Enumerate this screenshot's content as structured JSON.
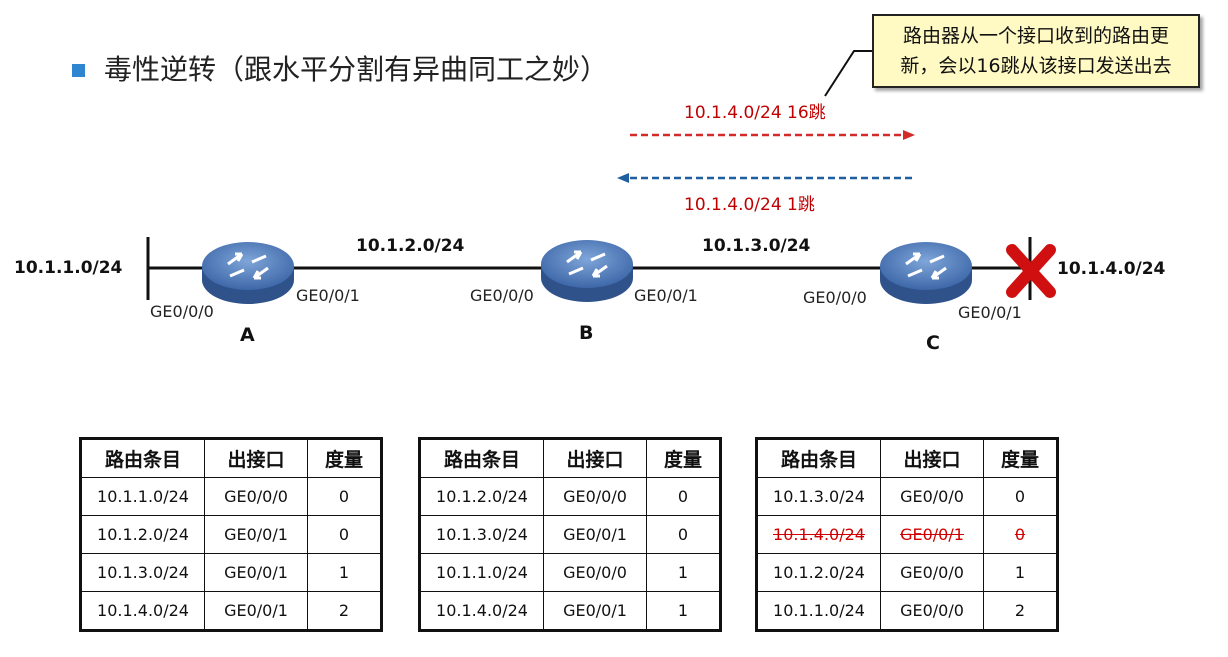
{
  "title": "毒性逆转（跟水平分割有异曲同工之妙）",
  "callout": {
    "line1": "路由器从一个接口收到的路由更",
    "line2": "新，会以16跳从该接口发送出去"
  },
  "messages": {
    "top": "10.1.4.0/24 16跳",
    "bottom": "10.1.4.0/24 1跳"
  },
  "networks": {
    "left": "10.1.1.0/24",
    "ab": "10.1.2.0/24",
    "bc": "10.1.3.0/24",
    "right": "10.1.4.0/24"
  },
  "interfaces": {
    "a0": "GE0/0/0",
    "a1": "GE0/0/1",
    "b0": "GE0/0/0",
    "b1": "GE0/0/1",
    "c0": "GE0/0/0",
    "c1": "GE0/0/1"
  },
  "routers": {
    "a": "A",
    "b": "B",
    "c": "C"
  },
  "table_headers": [
    "路由条目",
    "出接口",
    "度量"
  ],
  "tables": {
    "a": [
      [
        "10.1.1.0/24",
        "GE0/0/0",
        "0"
      ],
      [
        "10.1.2.0/24",
        "GE0/0/1",
        "0"
      ],
      [
        "10.1.3.0/24",
        "GE0/0/1",
        "1"
      ],
      [
        "10.1.4.0/24",
        "GE0/0/1",
        "2"
      ]
    ],
    "b": [
      [
        "10.1.2.0/24",
        "GE0/0/0",
        "0"
      ],
      [
        "10.1.3.0/24",
        "GE0/0/1",
        "0"
      ],
      [
        "10.1.1.0/24",
        "GE0/0/0",
        "1"
      ],
      [
        "10.1.4.0/24",
        "GE0/0/1",
        "1"
      ]
    ],
    "c": [
      [
        "10.1.3.0/24",
        "GE0/0/0",
        "0"
      ],
      [
        "10.1.4.0/24",
        "GE0/0/1",
        "0"
      ],
      [
        "10.1.2.0/24",
        "GE0/0/0",
        "1"
      ],
      [
        "10.1.1.0/24",
        "GE0/0/0",
        "2"
      ]
    ]
  },
  "colors": {
    "accent_red": "#c00000",
    "arrow_red": "#d42a2a",
    "arrow_blue": "#1f5fa0",
    "cross_red": "#d01010",
    "callout_bg": "#fff9c4",
    "router_blue": "#4a77b8"
  }
}
